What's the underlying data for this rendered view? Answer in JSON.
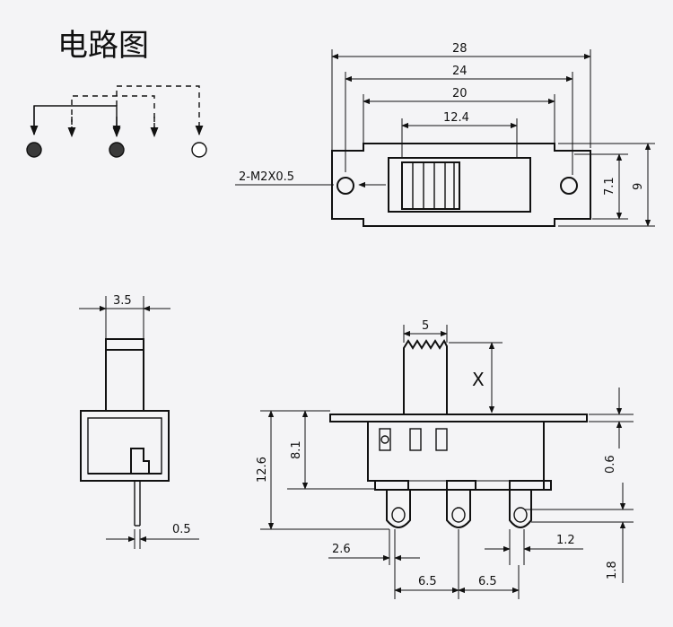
{
  "title": "电路图",
  "labels": {
    "top_28": "28",
    "top_24": "24",
    "top_20": "20",
    "top_12_4": "12.4",
    "mount_hole": "2-M2X0.5",
    "top_7_1": "7.1",
    "top_9": "9",
    "side_3_5": "3.5",
    "side_0_5": "0.5",
    "front_5": "5",
    "front_x": "X",
    "front_12_6": "12.6",
    "front_8_1": "8.1",
    "front_0_6": "0.6",
    "front_2_6": "2.6",
    "front_1_2": "1.2",
    "front_1_8": "1.8",
    "front_6_5_left": "6.5",
    "front_6_5_right": "6.5"
  },
  "colors": {
    "ink": "#111111",
    "background": "#f4f4f6",
    "terminal_fill": "#3a3a3a"
  },
  "icons": {
    "arrow": "arrow-head-icon",
    "terminal": "terminal-dot-icon"
  }
}
